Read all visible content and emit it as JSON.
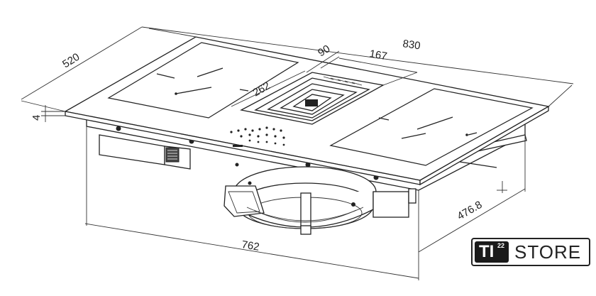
{
  "dimensions": {
    "length": "830",
    "depth": "520",
    "thickness": "4",
    "vent_width": "90",
    "vent_offset": "167",
    "vent_length": "262",
    "cutout_length": "762",
    "cutout_depth": "476.8"
  },
  "logo": {
    "badge": "TI",
    "superscript": "22",
    "word": "STORE"
  }
}
